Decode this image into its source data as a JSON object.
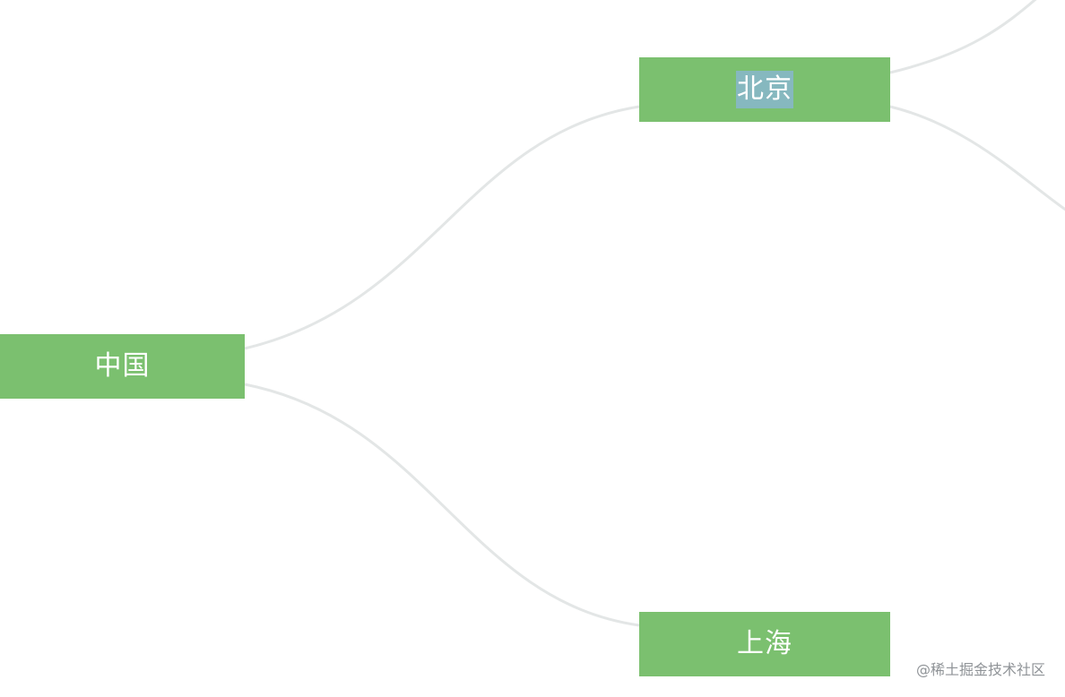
{
  "mindmap": {
    "root": {
      "label": "中国",
      "children": [
        {
          "label": "北京",
          "selected": true,
          "has_children": true
        },
        {
          "label": "上海",
          "selected": false,
          "has_children": false
        }
      ]
    },
    "colors": {
      "node_fill": "#7bc06f",
      "node_text": "#ffffff",
      "selection_highlight": "#86b8bf",
      "link_stroke": "#e3e6e6"
    }
  },
  "watermark": {
    "text": "@稀土掘金技术社区"
  }
}
